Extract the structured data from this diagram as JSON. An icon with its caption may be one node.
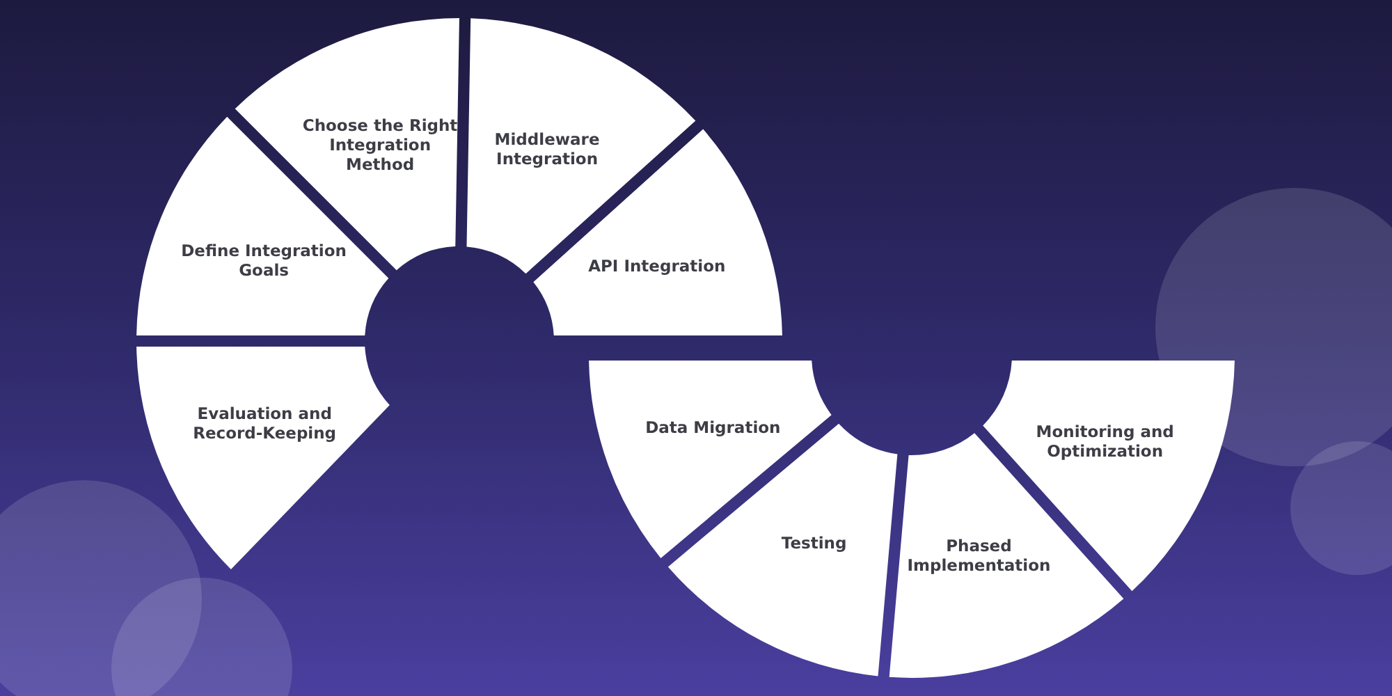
{
  "diagram": {
    "nodes": [
      {
        "text": [
          "Define Integration Goals"
        ]
      },
      {
        "text": [
          "Choose the Right Integration Method"
        ]
      },
      {
        "text": [
          "Middleware Integration"
        ]
      },
      {
        "text": [
          "API Integration"
        ]
      },
      {
        "text": [
          "Data Migration"
        ]
      },
      {
        "text": [
          "Testing"
        ]
      },
      {
        "text": [
          "Phased Implementation"
        ]
      },
      {
        "text": [
          "Monitoring and Optimization"
        ]
      },
      {
        "text": [
          "Evaluation and Record-Keeping"
        ]
      }
    ]
  }
}
